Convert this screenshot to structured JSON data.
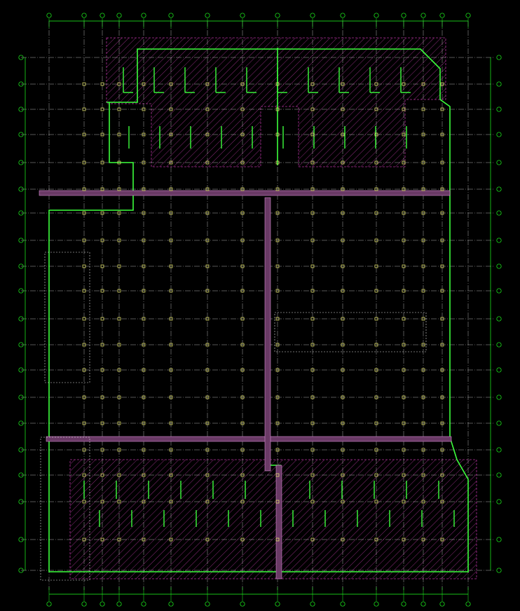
{
  "drawing": {
    "dimension_text": "",
    "callouts": [
      {
        "id": "top-right-note",
        "text": "",
        "sub": ""
      },
      {
        "id": "left-box-note",
        "text": ""
      },
      {
        "id": "right-box-note",
        "text": ""
      },
      {
        "id": "lower-left-note",
        "text": ""
      },
      {
        "id": "bottom-note-1",
        "text": "",
        "sub": ""
      },
      {
        "id": "bottom-note-2",
        "text": "",
        "sub": ""
      }
    ]
  },
  "colors": {
    "background": "#000000",
    "grid_axis": "#e6e6e6",
    "dimension": "#1fff1f",
    "wall": "#3cff3c",
    "hatch": "#b0309a",
    "beam": "#d48ccf",
    "column": "#f0f070",
    "tag": "#ffffff"
  }
}
